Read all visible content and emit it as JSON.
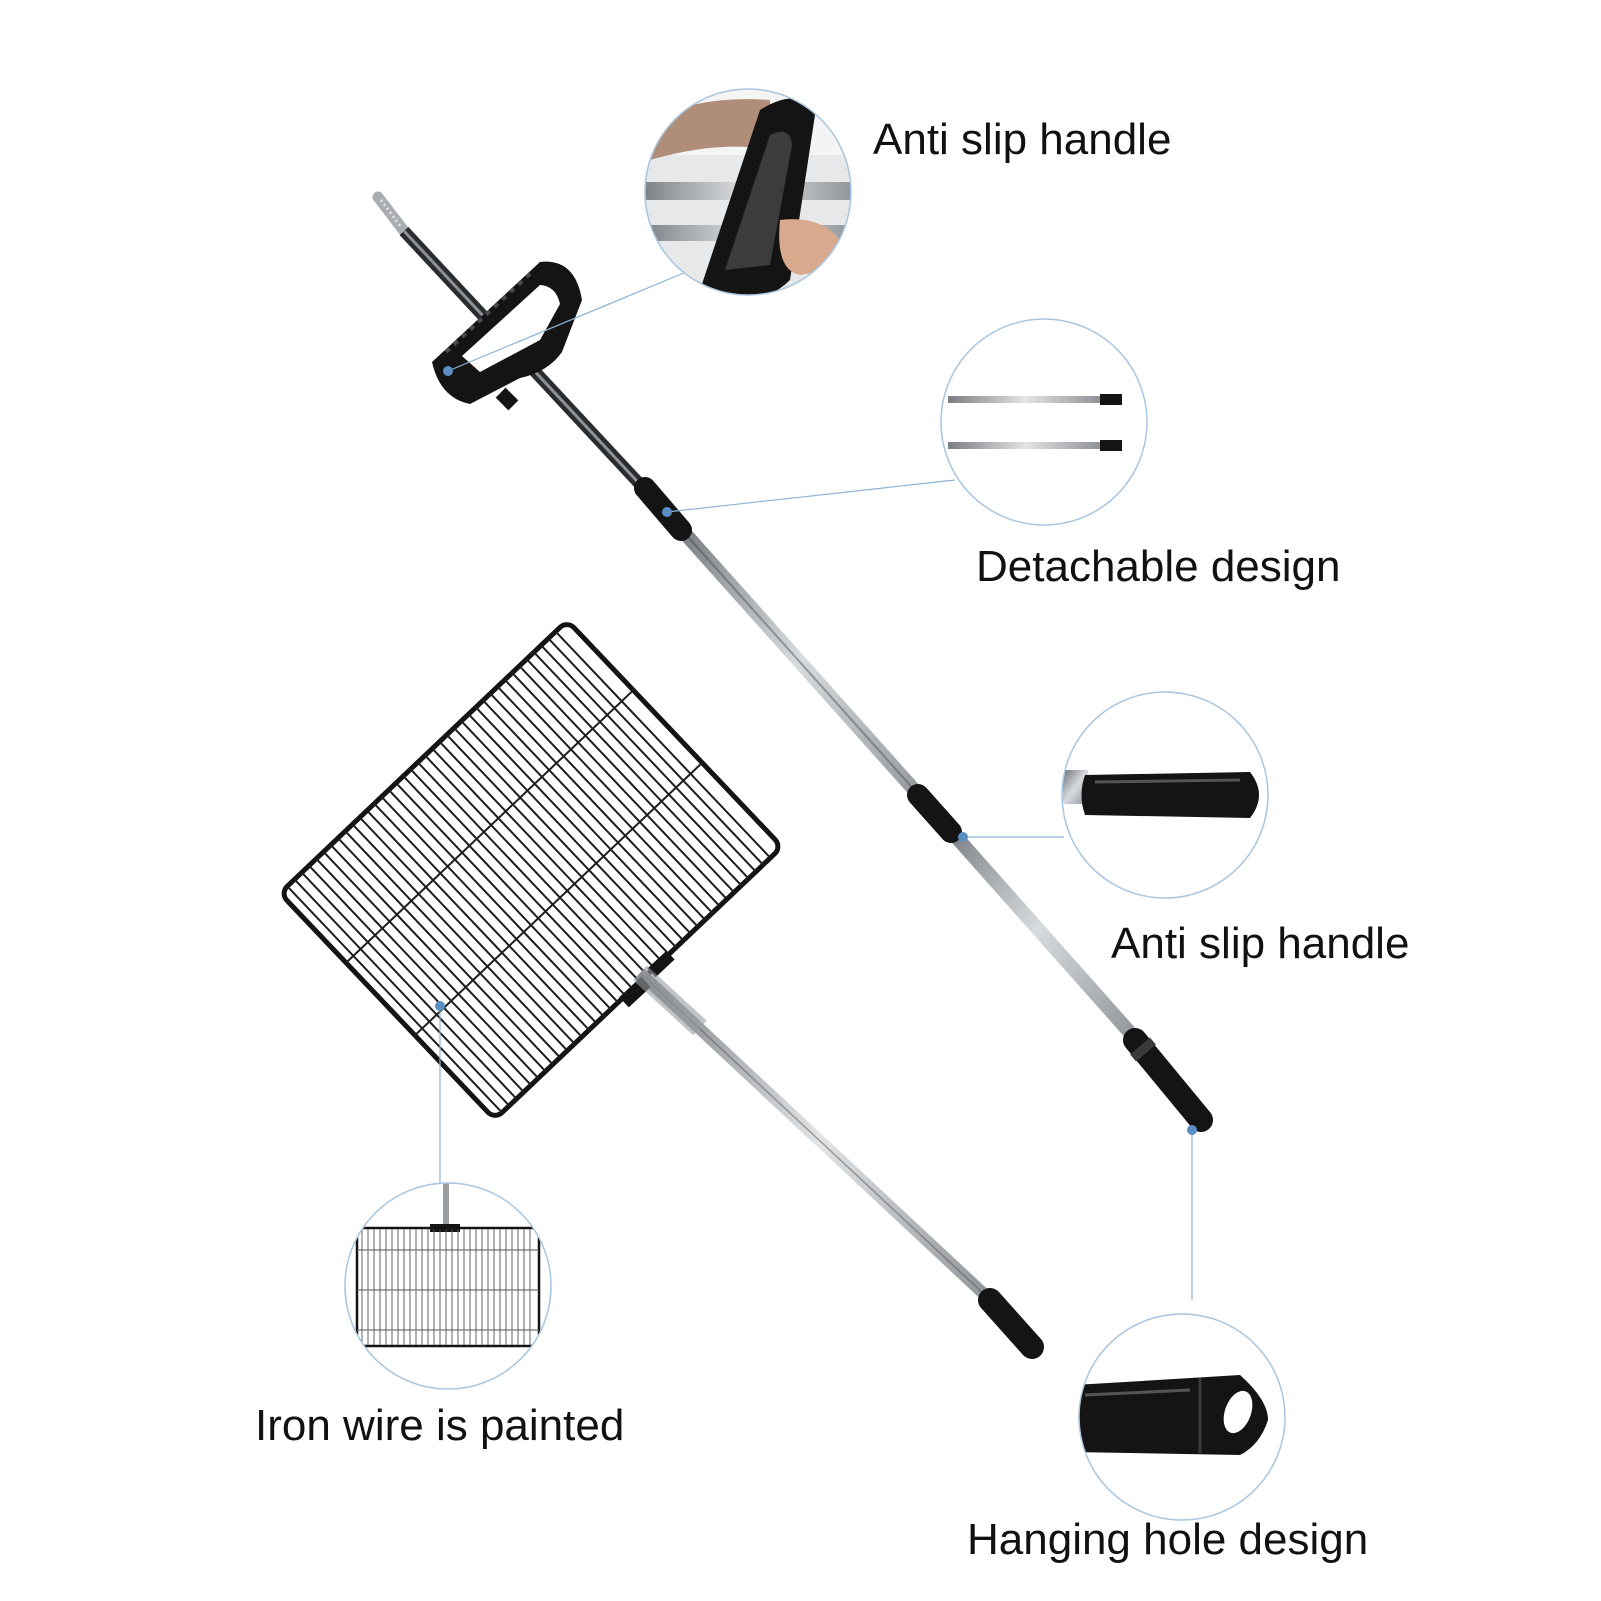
{
  "captions": {
    "anti_slip_handle_top": "Anti slip handle",
    "detachable_design": "Detachable design",
    "anti_slip_handle_bottom": "Anti slip handle",
    "iron_wire_painted": "Iron wire is painted",
    "hanging_hole_design": "Hanging hole design"
  },
  "colors": {
    "background": "#ffffff",
    "text": "#111111",
    "callout_line": "#8cb4d6",
    "callout_dot": "#5a8fc2",
    "grip_black": "#141414",
    "pole_silver": "#b8bcc0"
  }
}
